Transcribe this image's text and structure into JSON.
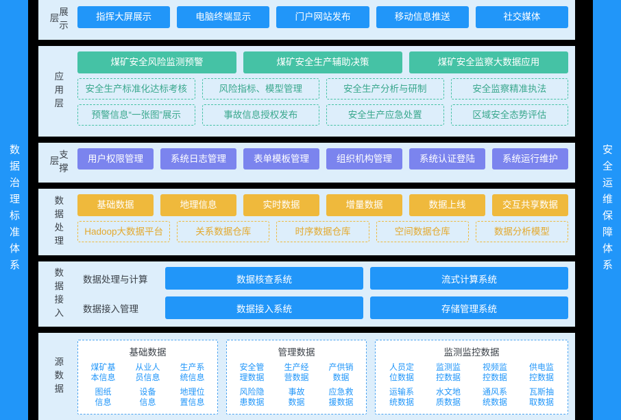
{
  "left_rail": {
    "label": "数据治理标准体系"
  },
  "right_rail": {
    "label": "安全运维保障体系"
  },
  "layers": {
    "display": {
      "label": "展示层",
      "items": [
        "指挥大屏展示",
        "电脑终端显示",
        "门户网站发布",
        "移动信息推送",
        "社交媒体"
      ]
    },
    "application": {
      "label": "应用层",
      "primary": [
        "煤矿安全风险监测预警",
        "煤矿安全生产辅助决策",
        "煤矿安全监察大数据应用"
      ],
      "row2": [
        "安全生产标准化达标考核",
        "风险指标、模型管理",
        "安全生产分析与研制",
        "安全监察精准执法"
      ],
      "row3": [
        "预警信息“一张图”展示",
        "事故信息授权发布",
        "安全生产应急处置",
        "区域安全态势评估"
      ]
    },
    "support": {
      "label": "支撑层",
      "items": [
        "用户权限管理",
        "系统日志管理",
        "表单模板管理",
        "组织机构管理",
        "系统认证登陆",
        "系统运行维护"
      ]
    },
    "processing": {
      "label": "数据处理",
      "row1": [
        "基础数据",
        "地理信息",
        "实时数据",
        "增量数据",
        "数据上线",
        "交互共享数据"
      ],
      "row2": [
        "Hadoop大数据平台",
        "关系数据仓库",
        "时序数据仓库",
        "空间数据仓库",
        "数据分析模型"
      ]
    },
    "access": {
      "label": "数据接入",
      "rows": [
        {
          "label": "数据处理与计算",
          "boxes": [
            "数据核查系统",
            "流式计算系统"
          ]
        },
        {
          "label": "数据接入管理",
          "boxes": [
            "数据接入系统",
            "存储管理系统"
          ]
        }
      ]
    },
    "source": {
      "label": "源数据",
      "groups": [
        {
          "title": "基础数据",
          "rows": [
            [
              {
                "l1": "煤矿基",
                "l2": "本信息"
              },
              {
                "l1": "从业人",
                "l2": "员信息"
              },
              {
                "l1": "生产系",
                "l2": "统信息"
              }
            ],
            [
              {
                "l1": "图纸",
                "l2": "信息"
              },
              {
                "l1": "设备",
                "l2": "信息"
              },
              {
                "l1": "地理位",
                "l2": "置信息"
              }
            ]
          ]
        },
        {
          "title": "管理数据",
          "rows": [
            [
              {
                "l1": "安全管",
                "l2": "理数据"
              },
              {
                "l1": "生产经",
                "l2": "营数据"
              },
              {
                "l1": "产供销",
                "l2": "数据"
              }
            ],
            [
              {
                "l1": "风险隐",
                "l2": "患数据"
              },
              {
                "l1": "事故",
                "l2": "数据"
              },
              {
                "l1": "应急救",
                "l2": "援数据"
              }
            ]
          ]
        },
        {
          "title": "监测监控数据",
          "rows": [
            [
              {
                "l1": "人员定",
                "l2": "位数据"
              },
              {
                "l1": "监测监",
                "l2": "控数据"
              },
              {
                "l1": "视频监",
                "l2": "控数据"
              },
              {
                "l1": "供电监",
                "l2": "控数据"
              }
            ],
            [
              {
                "l1": "运输系",
                "l2": "统数据"
              },
              {
                "l1": "水文地",
                "l2": "质数据"
              },
              {
                "l1": "通风系",
                "l2": "统数据"
              },
              {
                "l1": "瓦斯抽",
                "l2": "取数据"
              }
            ]
          ]
        }
      ]
    }
  },
  "colors": {
    "brand_blue": "#2196F9",
    "green": "#45C2A5",
    "purple": "#7B84EE",
    "orange": "#EFB93C",
    "layer_bg": "#ddeefb",
    "divider": "#000000"
  }
}
